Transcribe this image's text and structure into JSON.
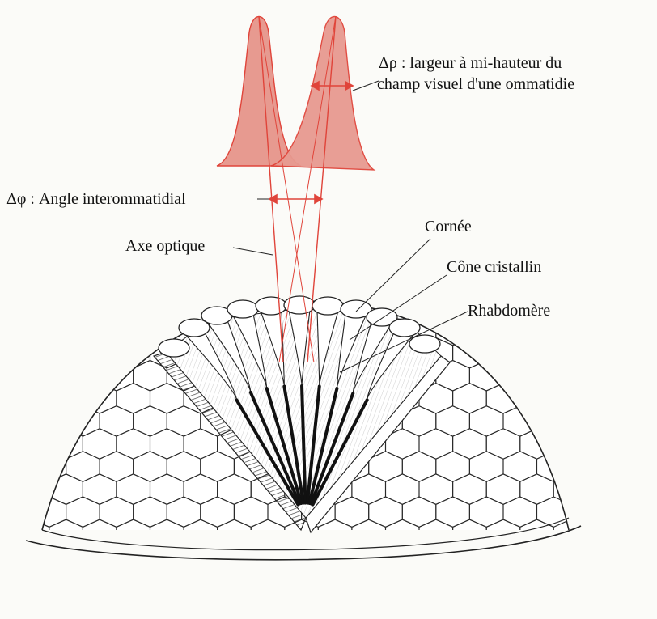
{
  "labels": {
    "delta_rho_line1": "Δρ : largeur à mi-hauteur du",
    "delta_rho_line2": "champ visuel d'une ommatidie",
    "delta_phi": "Δφ : Angle interommatidial",
    "axe_optique": "Axe optique",
    "cornee": "Cornée",
    "cone_cristallin": "Cône cristallin",
    "rhabdomere": "Rhabdomère"
  },
  "colors": {
    "accent_red": "#e0443a",
    "curve_fill": "#e79a90",
    "ink": "#1a1a1a",
    "background": "#fbfbf8"
  },
  "icons": [
    "compound-eye-dome",
    "ommatidia-cutaway",
    "acceptance-curve"
  ]
}
